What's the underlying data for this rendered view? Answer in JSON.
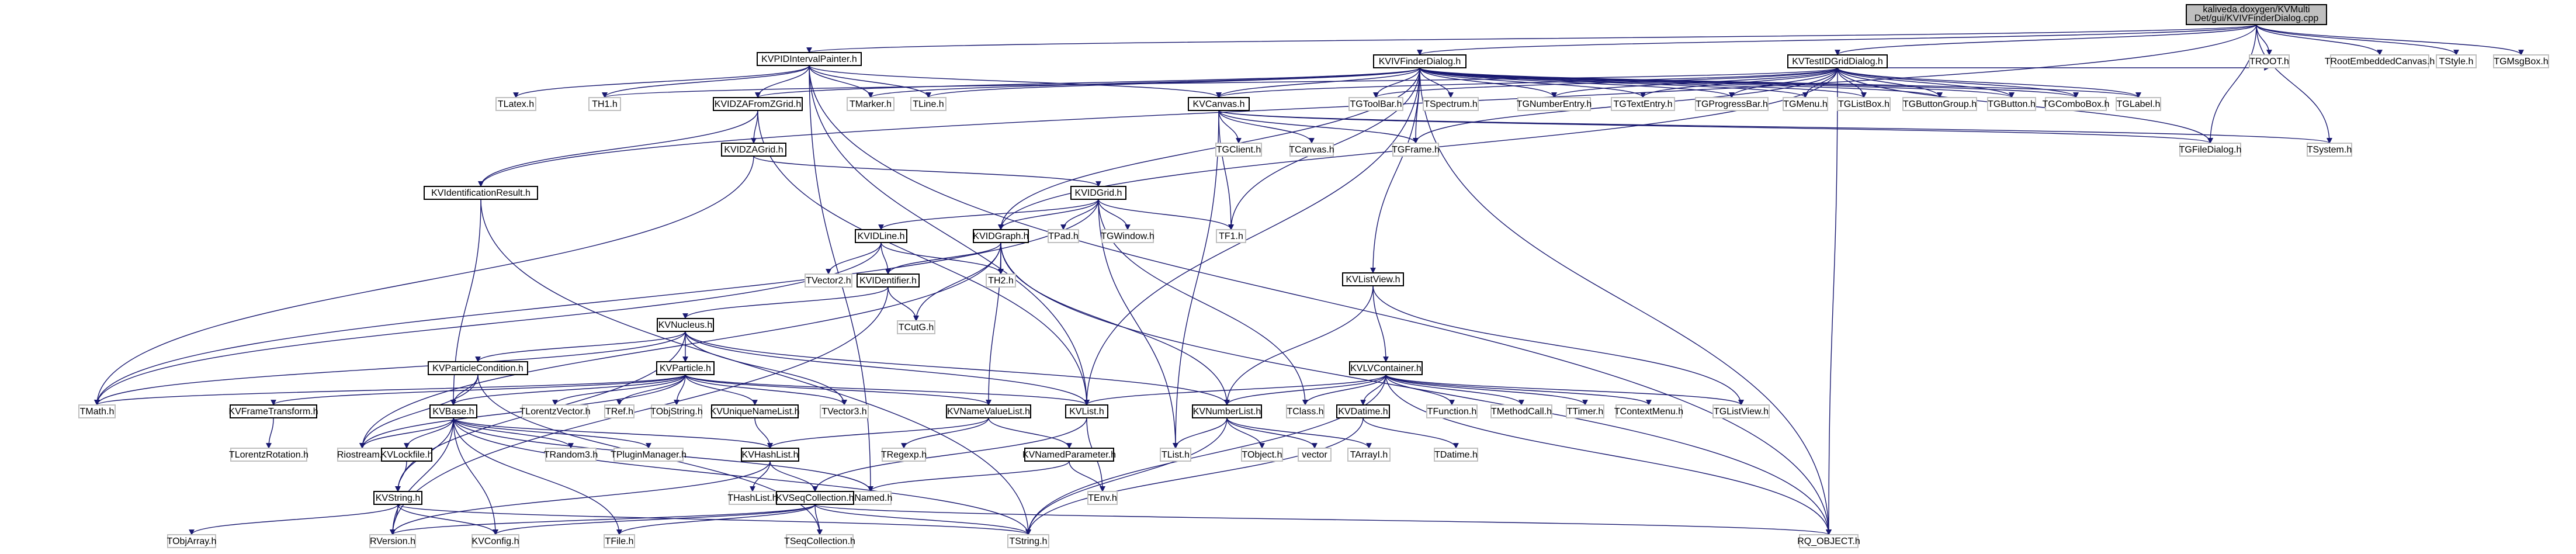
{
  "root": {
    "lines": [
      "kaliveda.doxygen/KVMulti",
      "Det/gui/KVIVFinderDialog.cpp"
    ]
  },
  "nodes": {
    "root": "KVIVFinderDialog.cpp",
    "KVPIDIntervalPainter": "KVPIDIntervalPainter.h",
    "KVIVFinderDialog": "KVIVFinderDialog.h",
    "KVTestIDGridDialog": "KVTestIDGridDialog.h",
    "TRootEmbeddedCanvas": "TRootEmbeddedCanvas.h",
    "TStyle": "TStyle.h",
    "TGMsgBox": "TGMsgBox.h",
    "TLatex": "TLatex.h",
    "TH1": "TH1.h",
    "KVIDZAFromZGrid": "KVIDZAFromZGrid.h",
    "TMarker": "TMarker.h",
    "TLine": "TLine.h",
    "KVCanvas": "KVCanvas.h",
    "TGToolBar": "TGToolBar.h",
    "TSpectrum": "TSpectrum.h",
    "TGNumberEntry": "TGNumberEntry.h",
    "TGTextEntry": "TGTextEntry.h",
    "TGProgressBar": "TGProgressBar.h",
    "TGMenu": "TGMenu.h",
    "TGListBox": "TGListBox.h",
    "TGButtonGroup": "TGButtonGroup.h",
    "TGButton": "TGButton.h",
    "TGComboBox": "TGComboBox.h",
    "TGLabel": "TGLabel.h",
    "TROOT": "TROOT.h",
    "KVIDZAGrid": "KVIDZAGrid.h",
    "TGClient": "TGClient.h",
    "TCanvas": "TCanvas.h",
    "TGFrame": "TGFrame.h",
    "TGFileDialog": "TGFileDialog.h",
    "TSystem": "TSystem.h",
    "KVIdentificationResult": "KVIdentificationResult.h",
    "KVIDGrid": "KVIDGrid.h",
    "KVIDLine": "KVIDLine.h",
    "KVIDGraph": "KVIDGraph.h",
    "TPad": "TPad.h",
    "TGWindow": "TGWindow.h",
    "TF1": "TF1.h",
    "TVector2": "TVector2.h",
    "TH2": "TH2.h",
    "KVIDentifier": "KVIDentifier.h",
    "TCutG": "TCutG.h",
    "KVListView": "KVListView.h",
    "KVNucleus": "KVNucleus.h",
    "KVLVContainer": "KVLVContainer.h",
    "KVParticleCondition": "KVParticleCondition.h",
    "KVParticle": "KVParticle.h",
    "TMath": "TMath.h",
    "KVFrameTransform": "KVFrameTransform.h",
    "KVBase": "KVBase.h",
    "TLorentzVector": "TLorentzVector.h",
    "TRef": "TRef.h",
    "TObjString": "TObjString.h",
    "KVUniqueNameList": "KVUniqueNameList.h",
    "TVector3": "TVector3.h",
    "KVNameValueList": "KVNameValueList.h",
    "KVList": "KVList.h",
    "KVNumberList": "KVNumberList.h",
    "TClass": "TClass.h",
    "KVDatime": "KVDatime.h",
    "TFunction": "TFunction.h",
    "TMethodCall": "TMethodCall.h",
    "TTimer": "TTimer.h",
    "TContextMenu": "TContextMenu.h",
    "TGListView": "TGListView.h",
    "TLorentzRotation": "TLorentzRotation.h",
    "Riostream": "Riostream.h",
    "KVLockfile": "KVLockfile.h",
    "TRandom3": "TRandom3.h",
    "TPluginManager": "TPluginManager.h",
    "KVHashList": "KVHashList.h",
    "TRegexp": "TRegexp.h",
    "KVNamedParameter": "KVNamedParameter.h",
    "TList": "TList.h",
    "TObject": "TObject.h",
    "vector": "vector",
    "TArrayI": "TArrayI.h",
    "TDatime": "TDatime.h",
    "KVString": "KVString.h",
    "THashList": "THashList.h",
    "TNamed": "TNamed.h",
    "TEnv": "TEnv.h",
    "KVSeqCollection": "KVSeqCollection.h",
    "TObjArray": "TObjArray.h",
    "RVersion": "RVersion.h",
    "KVConfig": "KVConfig.h",
    "TFile": "TFile.h",
    "TSeqCollection": "TSeqCollection.h",
    "TString": "TString.h",
    "RQ_OBJECT": "RQ_OBJECT.h"
  }
}
